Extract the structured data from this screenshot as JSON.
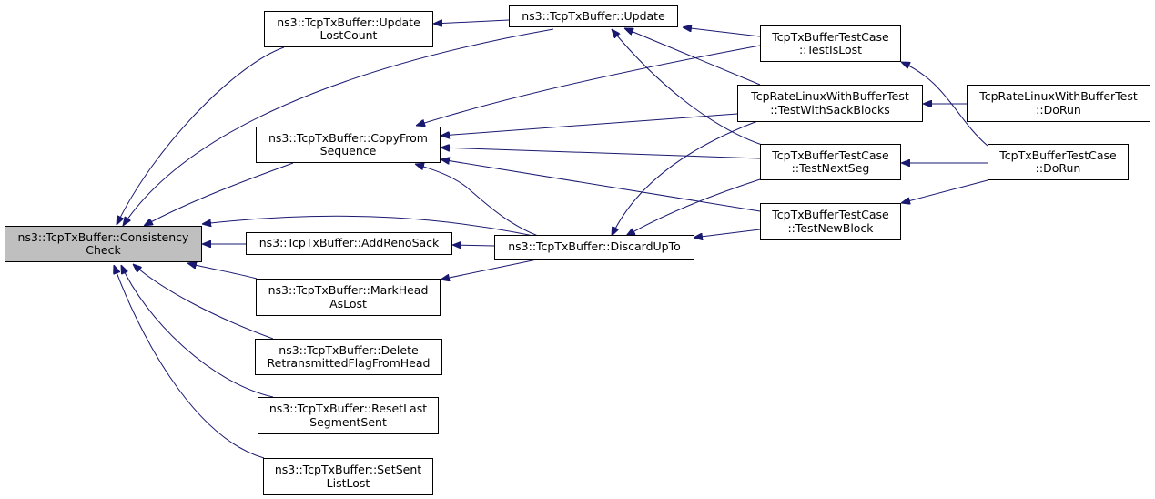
{
  "graph": {
    "edge_color": "#191970",
    "focus_fill": "#bfbfbf",
    "nodes": [
      {
        "id": "cc",
        "lines": [
          "ns3::TcpTxBuffer::Consistency",
          "Check"
        ]
      },
      {
        "id": "ulc",
        "lines": [
          "ns3::TcpTxBuffer::Update",
          "LostCount"
        ]
      },
      {
        "id": "upd",
        "lines": [
          "ns3::TcpTxBuffer::Update"
        ]
      },
      {
        "id": "cfs",
        "lines": [
          "ns3::TcpTxBuffer::CopyFrom",
          "Sequence"
        ]
      },
      {
        "id": "ars",
        "lines": [
          "ns3::TcpTxBuffer::AddRenoSack"
        ]
      },
      {
        "id": "dut",
        "lines": [
          "ns3::TcpTxBuffer::DiscardUpTo"
        ]
      },
      {
        "id": "mhl",
        "lines": [
          "ns3::TcpTxBuffer::MarkHead",
          "AsLost"
        ]
      },
      {
        "id": "drf",
        "lines": [
          "ns3::TcpTxBuffer::Delete",
          "RetransmittedFlagFromHead"
        ]
      },
      {
        "id": "rls",
        "lines": [
          "ns3::TcpTxBuffer::ResetLast",
          "SegmentSent"
        ]
      },
      {
        "id": "ssl",
        "lines": [
          "ns3::TcpTxBuffer::SetSent",
          "ListLost"
        ]
      },
      {
        "id": "til",
        "lines": [
          "TcpTxBufferTestCase",
          "::TestIsLost"
        ]
      },
      {
        "id": "tws",
        "lines": [
          "TcpRateLinuxWithBufferTest",
          "::TestWithSackBlocks"
        ]
      },
      {
        "id": "tns",
        "lines": [
          "TcpTxBufferTestCase",
          "::TestNextSeg"
        ]
      },
      {
        "id": "tnb",
        "lines": [
          "TcpTxBufferTestCase",
          "::TestNewBlock"
        ]
      },
      {
        "id": "rdr",
        "lines": [
          "TcpRateLinuxWithBufferTest",
          "::DoRun"
        ]
      },
      {
        "id": "tdr",
        "lines": [
          "TcpTxBufferTestCase",
          "::DoRun"
        ]
      }
    ]
  }
}
